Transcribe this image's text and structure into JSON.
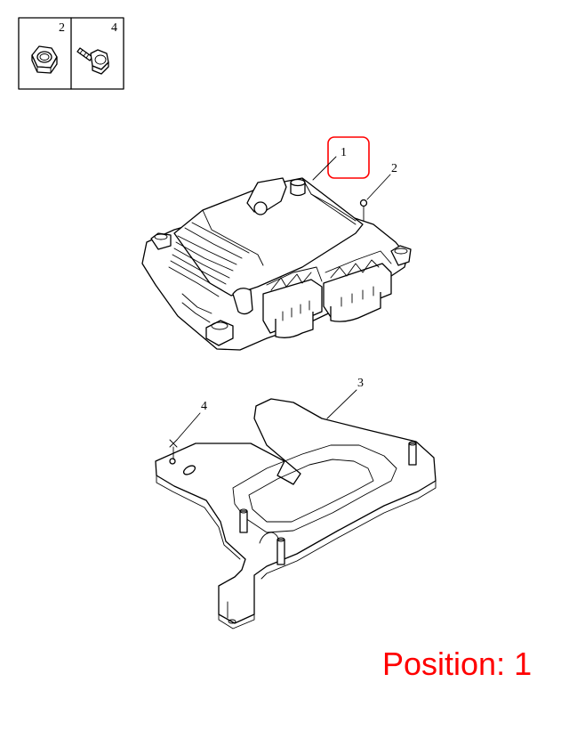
{
  "legend": {
    "cells": [
      {
        "number": "2",
        "icon": "hex-nut-icon"
      },
      {
        "number": "4",
        "icon": "hex-bolt-icon"
      }
    ]
  },
  "callouts": {
    "ecu": "1",
    "nut": "2",
    "bracket": "3",
    "bolt": "4"
  },
  "selected_callout": "1",
  "position": {
    "text": "Position: 1",
    "color": "#ff0000"
  },
  "colors": {
    "line": "#000000",
    "highlight": "#ff0000",
    "background": "#ffffff"
  }
}
